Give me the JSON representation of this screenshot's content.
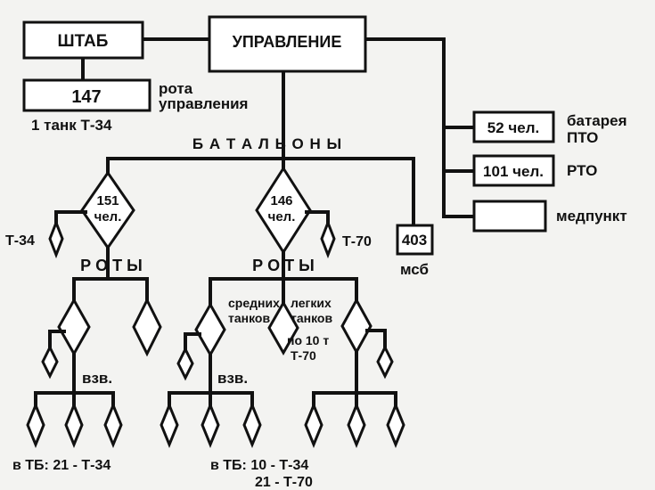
{
  "diagram": {
    "hq": "ШТАБ",
    "command": "УПРАВЛЕНИЕ",
    "hq_company_number": "147",
    "hq_company_label": [
      "рота",
      "управления"
    ],
    "hq_company_tank": "1 танк Т-34",
    "battalions_label": "Б А Т А Л Ь О Н Ы",
    "battalion_left": [
      "151",
      "чел."
    ],
    "battalion_mid": [
      "146",
      "чел."
    ],
    "battalion_left_tank": "Т-34",
    "battalion_mid_tank": "Т-70",
    "msb_number": "403",
    "msb_label": "мсб",
    "right_units": [
      {
        "value": "52 чел.",
        "label": [
          "батарея",
          "ПТО"
        ]
      },
      {
        "value": "101 чел.",
        "label": [
          "РТО"
        ]
      },
      {
        "value": "",
        "label": [
          "медпункт"
        ]
      }
    ],
    "companies_label_left": "Р  О  Т  Ы",
    "companies_label_mid": "Р  О  Т  Ы",
    "medium_tanks": [
      "средних",
      "танков"
    ],
    "light_tanks": [
      "легких",
      "танков",
      "по 10 т",
      "Т-70"
    ],
    "platoon_left": "взв.",
    "platoon_mid": "взв.",
    "note_left": "в ТБ: 21 - Т-34",
    "note_mid_1": "в ТБ: 10  -  Т-34",
    "note_mid_2": "21  -  Т-70"
  }
}
